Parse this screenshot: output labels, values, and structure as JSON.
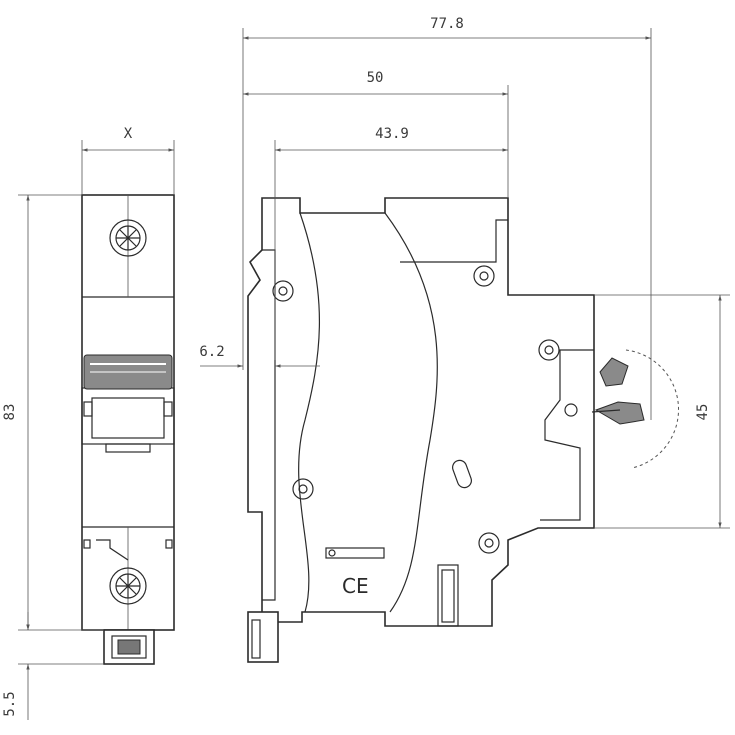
{
  "dimensions": {
    "overall_depth": "77.8",
    "depth_50": "50",
    "depth_43_9": "43.9",
    "offset_6_2": "6.2",
    "width": "X",
    "height": "83",
    "protrusion": "5.5",
    "handle_height": "45"
  },
  "marks": {
    "ce": "CE"
  }
}
